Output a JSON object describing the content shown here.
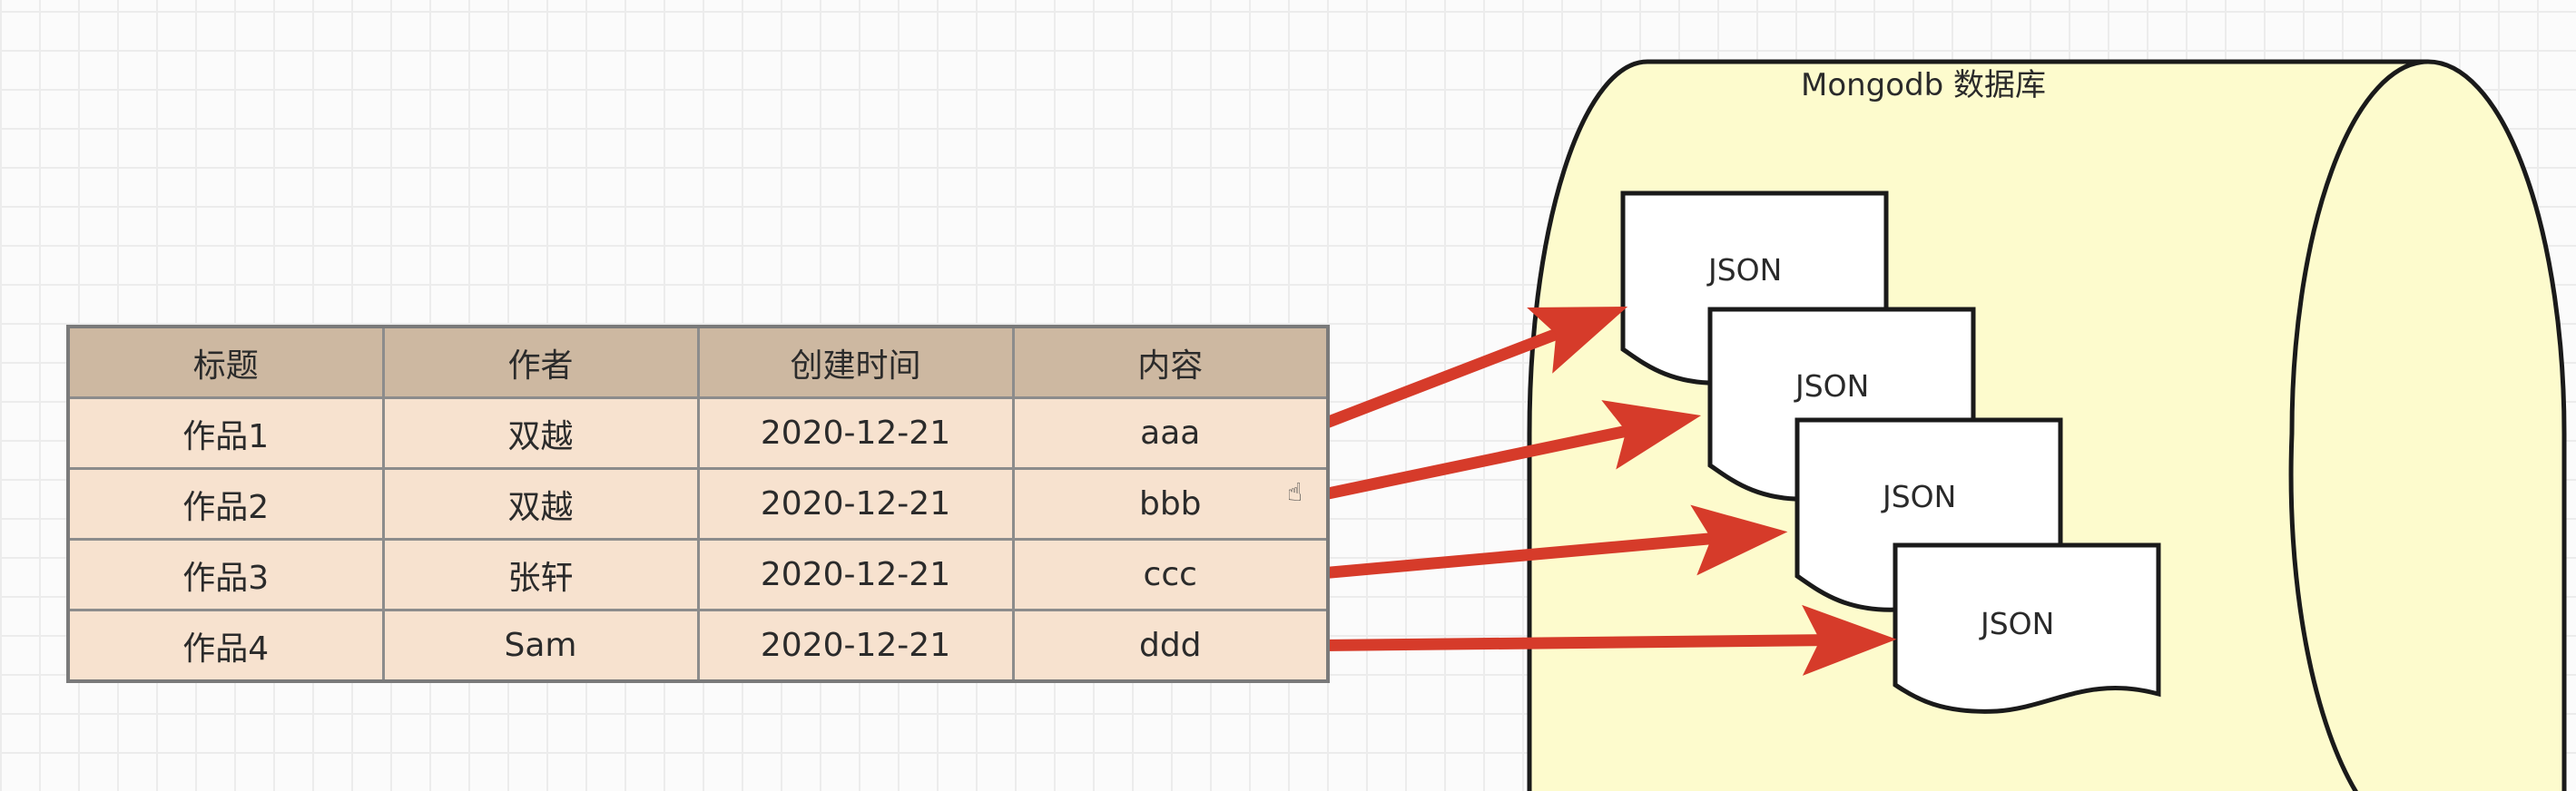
{
  "database": {
    "label": "Mongodb 数据库",
    "fill": "#fdfbcd",
    "stroke": "#1a1a1a"
  },
  "table": {
    "headers": [
      "标题",
      "作者",
      "创建时间",
      "内容"
    ],
    "rows": [
      [
        "作品1",
        "双越",
        "2020-12-21",
        "aaa"
      ],
      [
        "作品2",
        "双越",
        "2020-12-21",
        "bbb"
      ],
      [
        "作品3",
        "张轩",
        "2020-12-21",
        "ccc"
      ],
      [
        "作品4",
        "Sam",
        "2020-12-21",
        "ddd"
      ]
    ],
    "header_color": "#cdb8a1",
    "row_color": "#f7e2cf"
  },
  "documents": [
    {
      "label": "JSON"
    },
    {
      "label": "JSON"
    },
    {
      "label": "JSON"
    },
    {
      "label": "JSON"
    }
  ],
  "arrow_color": "#d63b2a",
  "cursor_icon": "hand-pointer-icon"
}
